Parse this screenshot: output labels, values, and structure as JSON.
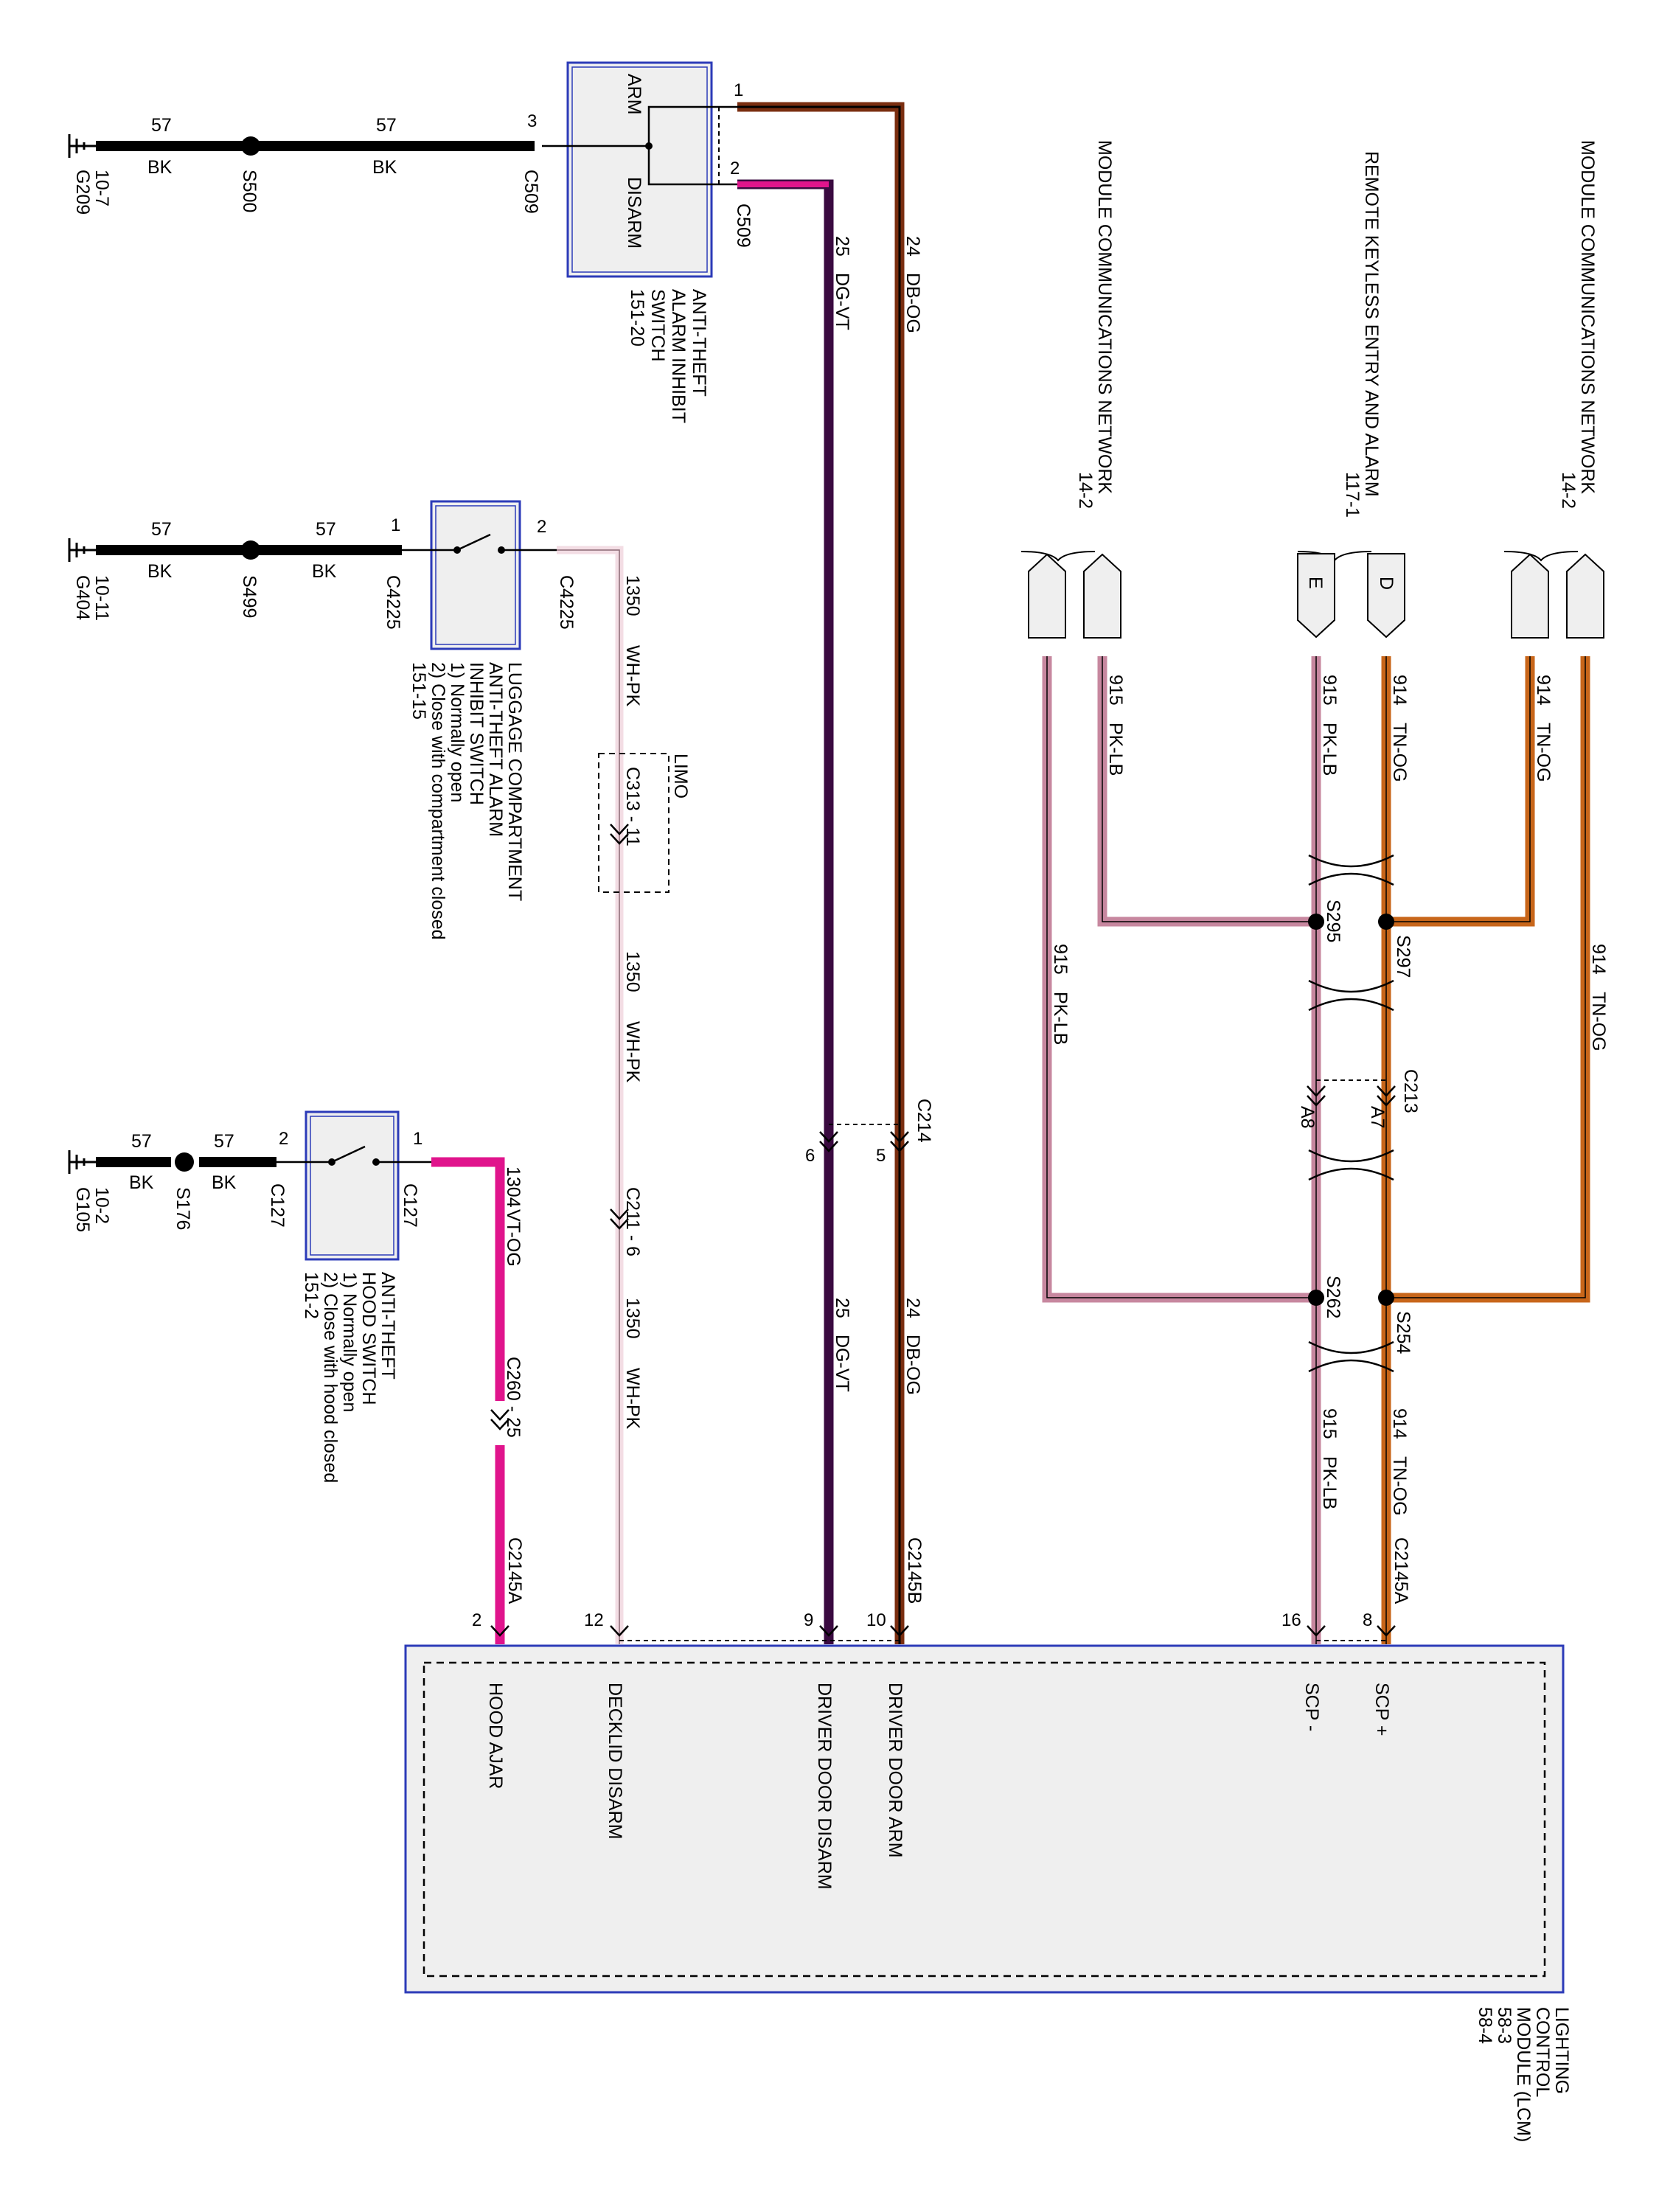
{
  "colors": {
    "black": "#000000",
    "dark_blue_orange": "#7a2e10",
    "dark_green_violet": "#3a0a40",
    "white_pink": "#f3dde4",
    "violet_orange": "#e0148c",
    "pink_light_blue": "#c7879f",
    "tan_orange": "#c8661a",
    "module_border": "#2c3bb8",
    "module_fill": "#efefef"
  },
  "grounds": [
    {
      "name": "G209",
      "page": "10-7"
    },
    {
      "name": "G404",
      "page": "10-11"
    },
    {
      "name": "G105",
      "page": "10-2"
    }
  ],
  "splices": {
    "s500": "S500",
    "s499": "S499",
    "s176": "S176",
    "s295": "S295",
    "s297": "S297",
    "s262": "S262",
    "s254": "S254"
  },
  "wires": {
    "ckt57": "57",
    "bk": "BK",
    "ckt24": "24",
    "dbog": "DB-OG",
    "ckt25": "25",
    "dgvt": "DG-VT",
    "ckt1350": "1350",
    "whpk": "WH-PK",
    "ckt1304": "1304",
    "vtog": "VT-OG",
    "ckt914": "914",
    "tnog": "TN-OG",
    "ckt915": "915",
    "pklb": "PK-LB"
  },
  "connectors": {
    "c509": "C509",
    "c4225": "C4225",
    "c127": "C127",
    "c313": "C313 - 11",
    "c211": "C211 - 6",
    "c260": "C260 - 25",
    "c214": "C214",
    "c213": "C213",
    "a7": "A7",
    "a8": "A8",
    "c2145a": "C2145A",
    "c2145b": "C2145B",
    "limo": "LIMO"
  },
  "switch_arm": {
    "arm": "ARM",
    "disarm": "DISARM",
    "name": [
      "ANTI-THEFT",
      "ALARM INHIBIT",
      "SWITCH",
      "151-20"
    ]
  },
  "switch_luggage": {
    "name": [
      "LUGGAGE COMPARTMENT",
      "ANTI-THEFT ALARM",
      "INHIBIT SWITCH",
      "1) Normally open",
      "2) Close with compartment closed",
      "151-15"
    ]
  },
  "switch_hood": {
    "name": [
      "ANTI-THEFT",
      "HOOD SWITCH",
      "1) Normally open",
      "2) Close with hood closed",
      "151-2"
    ]
  },
  "networks": {
    "mcn_left": [
      "MODULE COMMUNICATIONS NETWORK",
      "14-2"
    ],
    "rke": [
      "REMOTE KEYLESS ENTRY AND ALARM",
      "117-1"
    ],
    "mcn_right": [
      "MODULE COMMUNICATIONS NETWORK",
      "14-2"
    ],
    "tab_e": "E",
    "tab_d": "D"
  },
  "lcm": {
    "pins": {
      "hood": "HOOD AJAR",
      "deck": "DECKLID DISARM",
      "ddd": "DRIVER DOOR DISARM",
      "dda": "DRIVER DOOR ARM",
      "scpm": "SCP -",
      "scpp": "SCP +"
    },
    "name": [
      "LIGHTING",
      "CONTROL",
      "MODULE (LCM)",
      "58-3",
      "58-4"
    ]
  },
  "pins": {
    "p1": "1",
    "p2": "2",
    "p3": "3",
    "p5": "5",
    "p6": "6",
    "p8": "8",
    "p9": "9",
    "p10": "10",
    "p11": "11",
    "p12": "12",
    "p16": "16"
  }
}
